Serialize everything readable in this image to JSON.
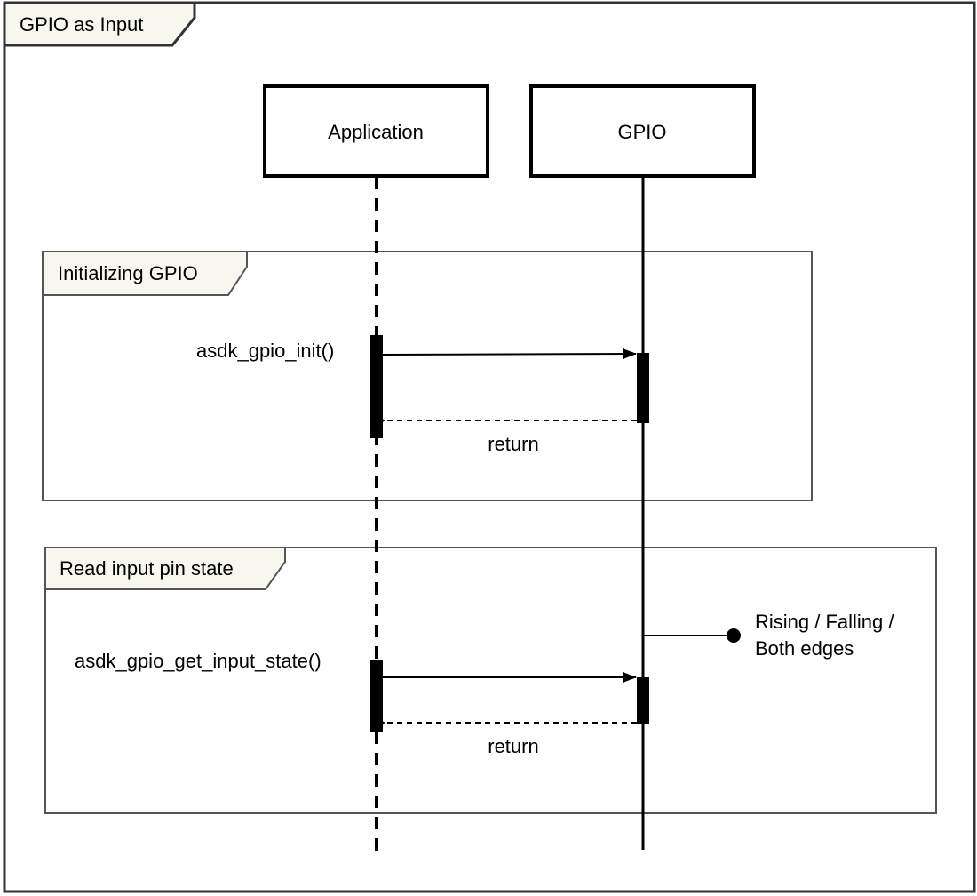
{
  "outer_frame": {
    "title": "GPIO as Input"
  },
  "participants": [
    {
      "name": "Application"
    },
    {
      "name": "GPIO"
    }
  ],
  "fragments": [
    {
      "title": "Initializing GPIO",
      "call": "asdk_gpio_init()",
      "return_label": "return"
    },
    {
      "title": "Read input pin state",
      "call": "asdk_gpio_get_input_state()",
      "return_label": "return",
      "note_line1": "Rising / Falling /",
      "note_line2": "Both edges"
    }
  ],
  "colors": {
    "frame_tab_fill": "#f7f6ef",
    "frame_border": "#333333",
    "fragment_border": "#555555",
    "line": "#000000"
  }
}
